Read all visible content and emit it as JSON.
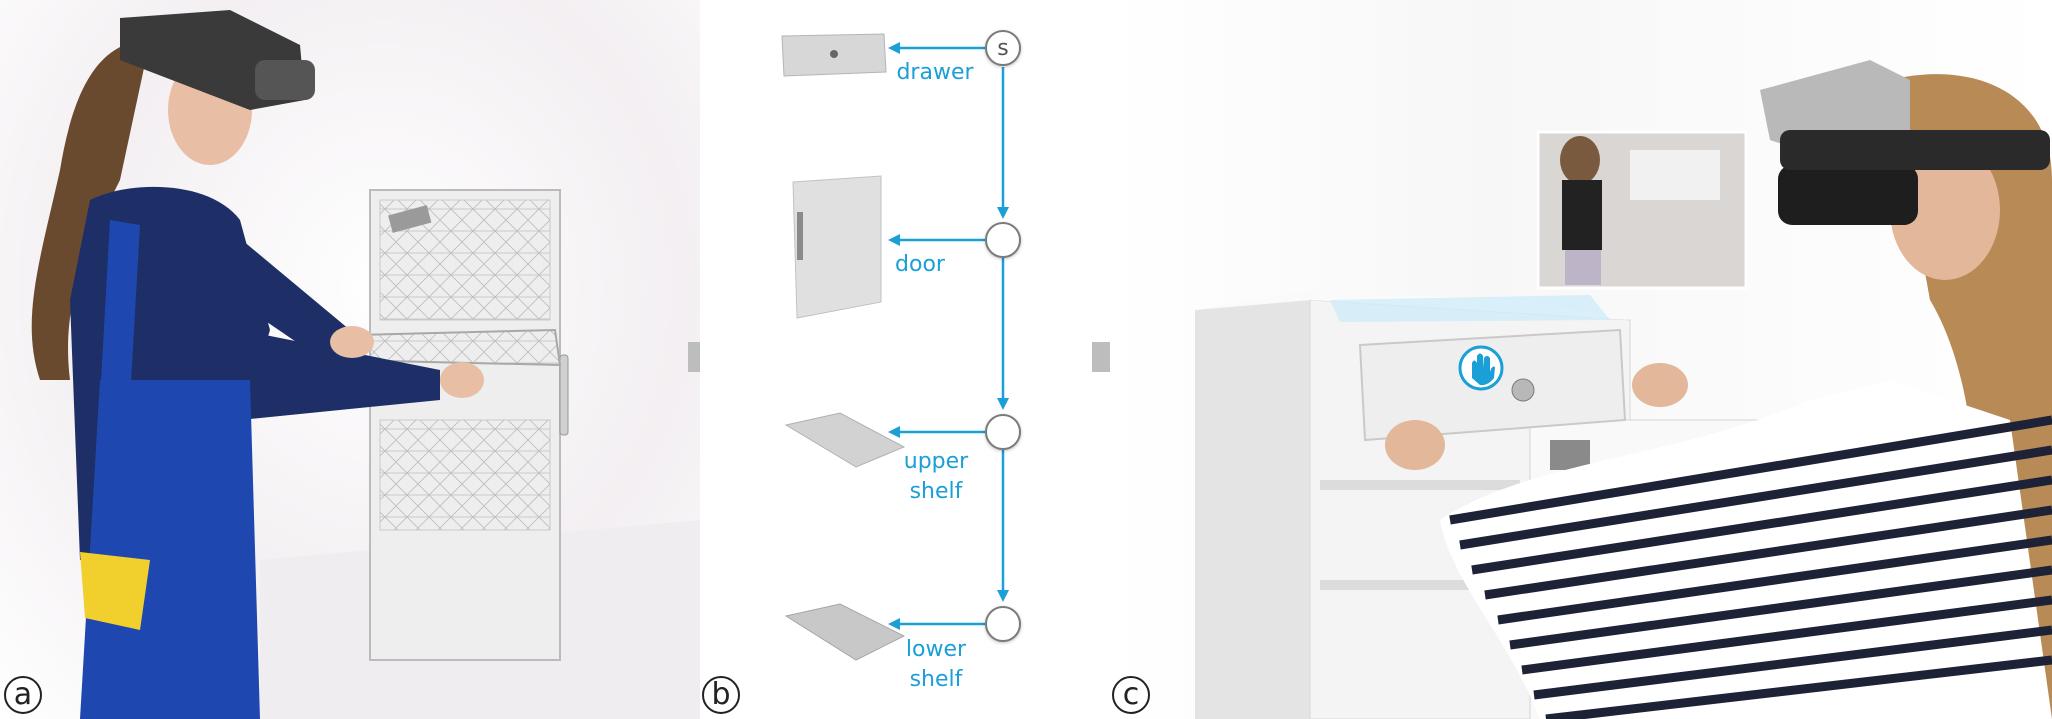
{
  "panels": {
    "a": {
      "label": "a"
    },
    "b": {
      "label": "b",
      "start_node": "s",
      "steps": [
        {
          "label": "drawer"
        },
        {
          "label": "door"
        },
        {
          "label_line1": "upper",
          "label_line2": "shelf"
        },
        {
          "label_line1": "lower",
          "label_line2": "shelf"
        }
      ]
    },
    "c": {
      "label": "c"
    }
  },
  "colors": {
    "accent": "#1a9fd6",
    "overalls": "#1f47b0",
    "sweater": "#1d2f66",
    "pocket": "#f1cf2c",
    "headset": "#3a3a3a"
  },
  "icons": [
    "hand-icon"
  ]
}
